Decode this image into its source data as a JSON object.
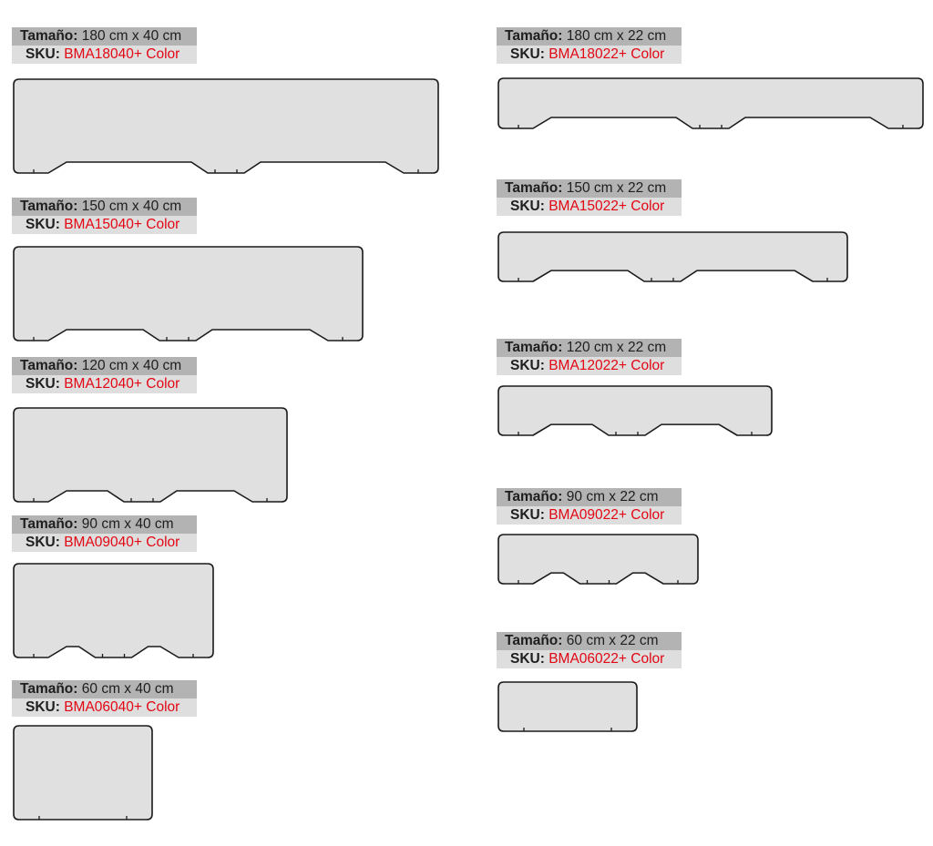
{
  "labels": {
    "size_label": "Tamaño:",
    "sku_label": "SKU:"
  },
  "colors": {
    "panel_fill": "#e0e0e0",
    "outline": "#1a1a1a",
    "size_bar": "#b3b3b3",
    "sku_bar": "#dedede",
    "sku_text": "#e30613"
  },
  "products": [
    {
      "size": "180 cm x 40 cm",
      "sku": "BMA18040+ Color"
    },
    {
      "size": "150 cm x 40 cm",
      "sku": "BMA15040+ Color"
    },
    {
      "size": "120 cm x 40 cm",
      "sku": "BMA12040+ Color"
    },
    {
      "size": "90 cm x 40 cm",
      "sku": "BMA09040+ Color"
    },
    {
      "size": "60 cm x 40 cm",
      "sku": "BMA06040+ Color"
    },
    {
      "size": "180 cm x 22 cm",
      "sku": "BMA18022+ Color"
    },
    {
      "size": "150 cm x 22 cm",
      "sku": "BMA15022+ Color"
    },
    {
      "size": "120 cm x 22 cm",
      "sku": "BMA12022+ Color"
    },
    {
      "size": "90 cm x 22 cm",
      "sku": "BMA09022+ Color"
    },
    {
      "size": "60 cm x 22 cm",
      "sku": "BMA06022+ Color"
    }
  ]
}
